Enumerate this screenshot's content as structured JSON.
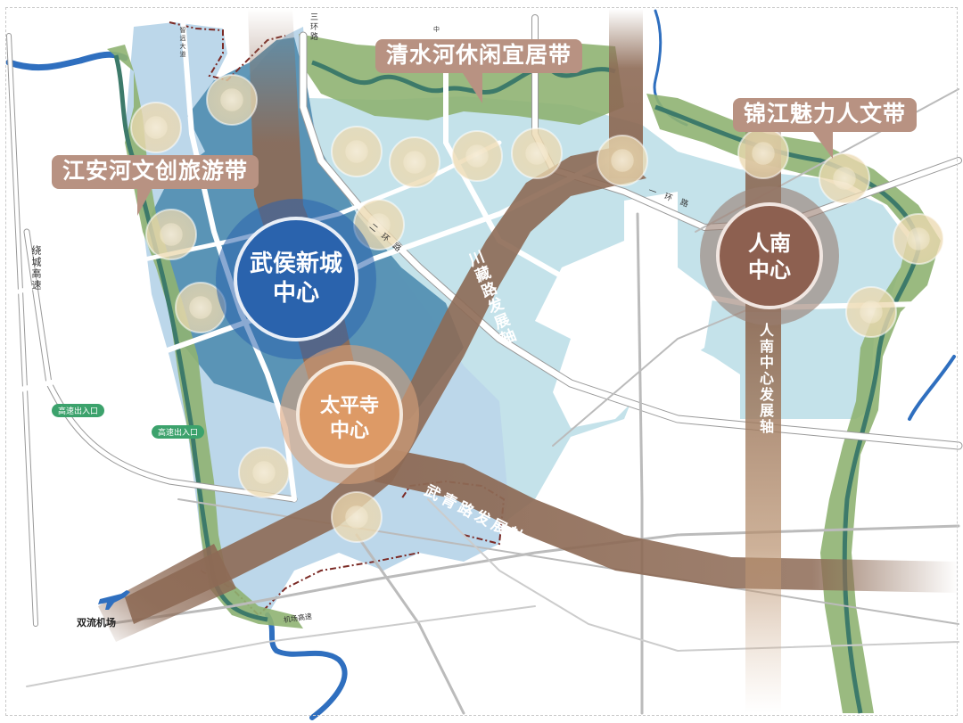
{
  "map": {
    "belts": [
      {
        "id": "jiangan",
        "label": "江安河文创旅游带"
      },
      {
        "id": "qingshui",
        "label": "清水河休闲宜居带"
      },
      {
        "id": "jinjiang",
        "label": "锦江魅力人文带"
      }
    ],
    "centers": [
      {
        "id": "wuhou-xincheng",
        "label_line1": "武侯新城",
        "label_line2": "中心",
        "color": "#2a63ad"
      },
      {
        "id": "taipingsi",
        "label_line1": "太平寺",
        "label_line2": "中心",
        "color": "#dd9a66"
      },
      {
        "id": "rennan",
        "label_line1": "人南",
        "label_line2": "中心",
        "color": "#8d6050"
      }
    ],
    "axes": [
      {
        "id": "chuanzang",
        "label": "川藏路发展轴"
      },
      {
        "id": "wuqing",
        "label": "武青路发展轴"
      },
      {
        "id": "rennan-axis",
        "label": "人南中心发展轴"
      }
    ],
    "roads": {
      "ring3": "三环路",
      "ring1": "一环路",
      "ring2": "二环路",
      "ring_expressway": "绕城高速",
      "zhiyuan": "智远大道",
      "airport_expressway": "机场高速",
      "zhong": "中"
    },
    "exits": [
      "高速出入口",
      "高速出入口"
    ],
    "airport": {
      "label": "双流机场",
      "icon": "airplane-icon"
    },
    "colors": {
      "river": "#2f6fbf",
      "greenbelt": "#8fb372",
      "greenbelt_dark": "#3d7a6a",
      "district_dark": "#4f8db0",
      "district_light": "#bcd7ea",
      "urban_light": "#c4e2ea",
      "axis_brown": "#8d6a55",
      "node": "#ecd9b0",
      "boundary": "#7b2a25",
      "callout": "#b89282"
    }
  }
}
